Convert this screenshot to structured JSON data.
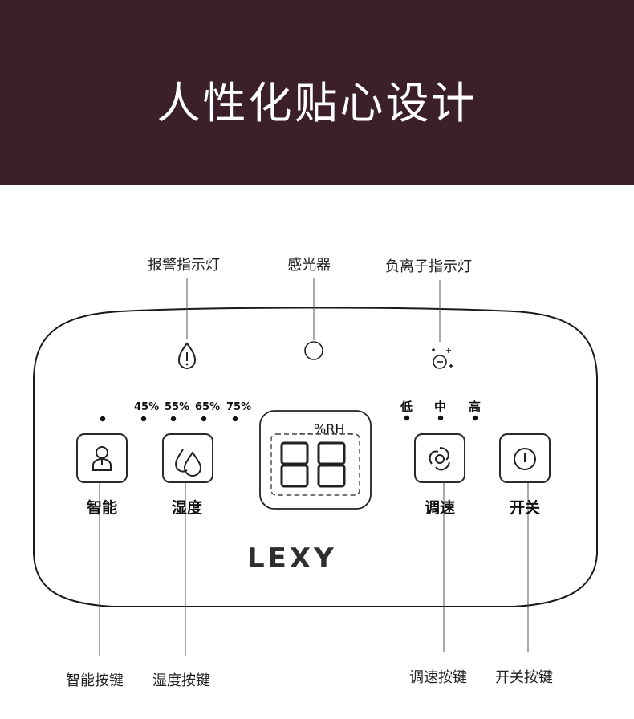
{
  "banner": {
    "title": "人性化贴心设计",
    "bg_color": "#3b1f2b"
  },
  "callouts": {
    "alarm_light": "报警指示灯",
    "light_sensor": "感光器",
    "ion_light": "负离子指示灯"
  },
  "humidity_levels": [
    "45%",
    "55%",
    "65%",
    "75%"
  ],
  "speed_levels": [
    "低",
    "中",
    "高"
  ],
  "display": {
    "unit": "%RH",
    "digits": "88"
  },
  "buttons": {
    "smart": "智能",
    "humidity": "湿度",
    "speed": "调速",
    "power": "开关"
  },
  "logo": "LEXY",
  "bottom_labels": {
    "smart_button": "智能按键",
    "humidity_button": "湿度按键",
    "speed_button": "调速按键",
    "power_button": "开关按键"
  },
  "icons": [
    "alarm-drop-icon",
    "sensor-icon",
    "ion-icon",
    "person-icon",
    "water-drops-icon",
    "fan-swirl-icon",
    "power-icon"
  ]
}
